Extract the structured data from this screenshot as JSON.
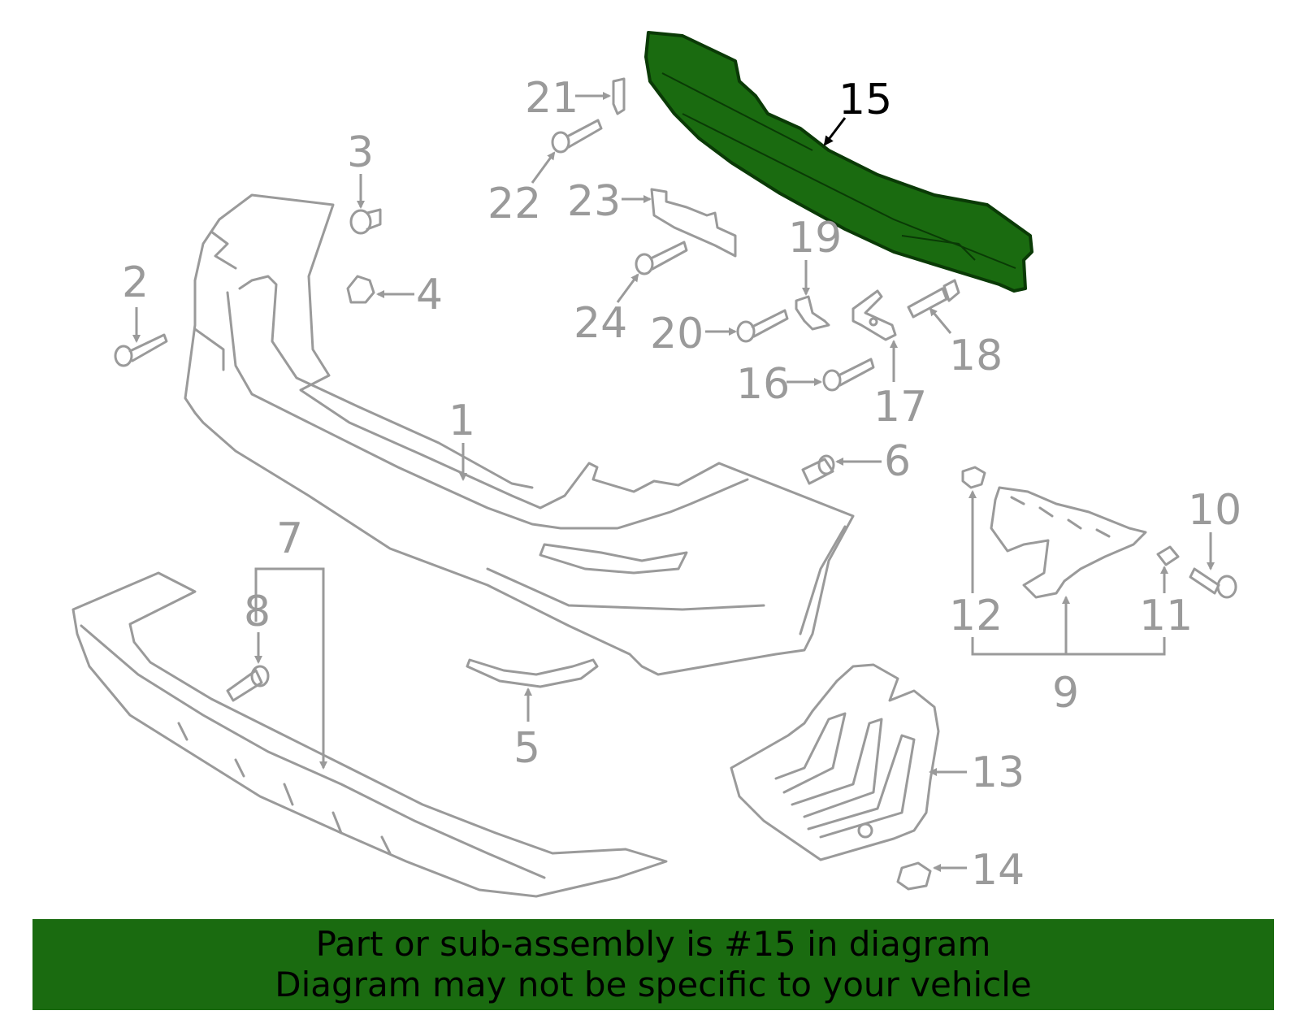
{
  "colors": {
    "highlight": "#1a6b10",
    "parts_line": "#9a9a9a",
    "banner_bg": "#1a6b10"
  },
  "highlighted_part": "15",
  "callouts": {
    "c1": "1",
    "c2": "2",
    "c3": "3",
    "c4": "4",
    "c5": "5",
    "c6": "6",
    "c7": "7",
    "c8": "8",
    "c9": "9",
    "c10": "10",
    "c11": "11",
    "c12": "12",
    "c13": "13",
    "c14": "14",
    "c15": "15",
    "c16": "16",
    "c17": "17",
    "c18": "18",
    "c19": "19",
    "c20": "20",
    "c21": "21",
    "c22": "22",
    "c23": "23",
    "c24": "24"
  },
  "banner": {
    "line1": "Part or sub-assembly is #15 in diagram",
    "line2": "Diagram may not be specific to your vehicle"
  }
}
